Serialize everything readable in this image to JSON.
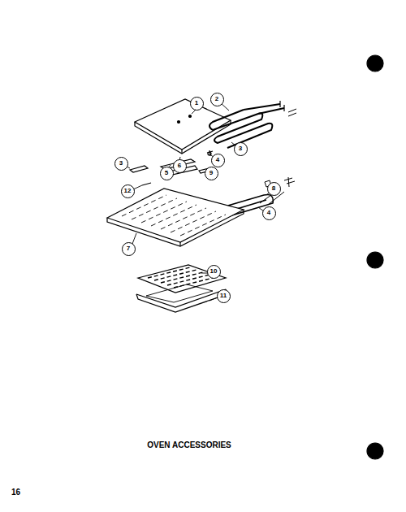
{
  "diagram": {
    "caption": "OVEN ACCESSORIES",
    "labels": [
      "2",
      "1",
      "3",
      "4",
      "6",
      "3",
      "5",
      "9",
      "8",
      "12",
      "4",
      "7",
      "10",
      "11",
      "16"
    ]
  }
}
